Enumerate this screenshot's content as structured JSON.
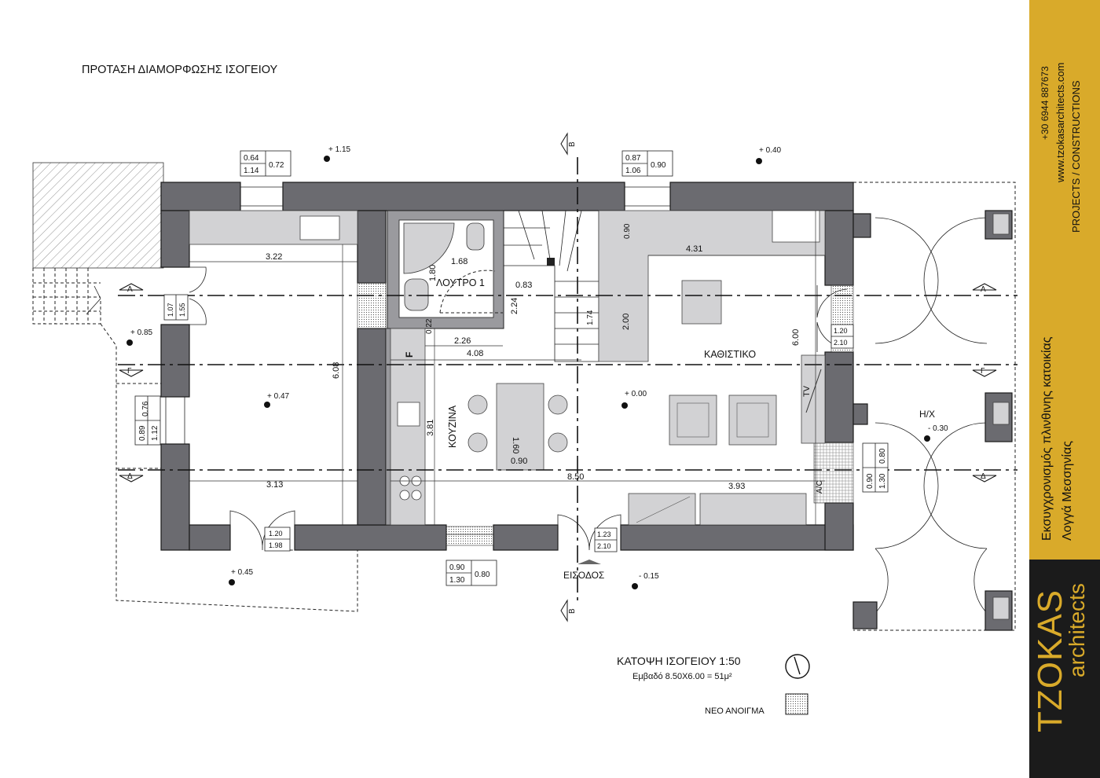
{
  "sheet": {
    "title": "ΠΡΟΤΑΣΗ ΔΙΑΜΟΡΦΩΣΗΣ ΙΣΟΓΕΙΟΥ",
    "plan_title": "ΚΑΤΟΨΗ ΙΣΟΓΕΙΟΥ 1:50",
    "area_text": "Εμβαδό 8.50Χ6.00 = 51μ²",
    "legend_label": "ΝΕΟ ΑΝΟΙΓΜΑ",
    "north_symbol": "north-arrow-icon"
  },
  "sidebar": {
    "phone": "+30 6944 887673",
    "website": "www.tzokasarchitects.com",
    "tagline": "PROJECTS / CONSTRUCTIONS",
    "project_line1": "Εκσυγχρονισμός πλινθινης κατοικίας",
    "project_line2": "Λογγά Μεσσηνίας",
    "brand": "TZOKAS",
    "brand_sub": "architects",
    "colors": {
      "gold": "#d9aa2a",
      "dark": "#1b1b1b",
      "text_on_gold": "#111111",
      "text_on_dark": "#d9aa2a"
    }
  },
  "rooms": {
    "bathroom": "ΛΟΥΤΡΟ 1",
    "kitchen": "ΚΟΥΖΙΝΑ",
    "living": "ΚΑΘΙΣΤΙΚΟ",
    "entrance": "ΕΙΣΟΔΟΣ",
    "hx": "Η/Χ",
    "fridge": "F",
    "tv": "TV",
    "ac": "A/C"
  },
  "levels": {
    "l_1_15": "+ 1.15",
    "l_0_40": "+ 0.40",
    "l_0_85": "+ 0.85",
    "l_0_47": "+ 0.47",
    "l_0_00": "+ 0.00",
    "l_neg_0_30": "- 0.30",
    "l_0_45": "+ 0.45",
    "l_neg_0_15": "- 0.15"
  },
  "openings": {
    "w_top_left": {
      "a": "0.64",
      "b": "1.14",
      "c": "0.72"
    },
    "w_top_mid": {
      "a": "0.87",
      "b": "1.06",
      "c": "0.90"
    },
    "w_left_side": {
      "a": "0.89",
      "b": "1.12",
      "c": "0.76"
    },
    "d_left": {
      "a": "1.07",
      "b": "1.55"
    },
    "d_bottom_left": {
      "a": "1.20",
      "b": "1.98"
    },
    "w_bottom": {
      "a": "0.90",
      "b": "1.30",
      "c": "0.80"
    },
    "d_entrance": {
      "a": "1.23",
      "b": "2.10"
    },
    "d_right": {
      "a": "1.20",
      "b": "2.10"
    },
    "w_right": {
      "a": "0.90",
      "b": "1.30",
      "c": "0.80"
    }
  },
  "dimensions": {
    "d_3_22": "3.22",
    "d_6_08": "6.08",
    "d_3_13": "3.13",
    "d_1_68": "1.68",
    "d_1_80": "1.80",
    "d_0_83": "0.83",
    "d_2_24": "2.24",
    "d_1_74": "1.74",
    "d_0_22": "0.22",
    "d_2_26": "2.26",
    "d_4_08": "4.08",
    "d_3_81": "3.81",
    "d_1_60": "1.60",
    "d_0_90a": "0.90",
    "d_8_50": "8.50",
    "d_3_93": "3.93",
    "d_0_90b": "0.90",
    "d_4_31": "4.31",
    "d_2_00": "2.00",
    "d_6_00": "6.00"
  },
  "sections": {
    "a": "Α",
    "g": "Γ",
    "d": "Δ",
    "b": "Β"
  }
}
